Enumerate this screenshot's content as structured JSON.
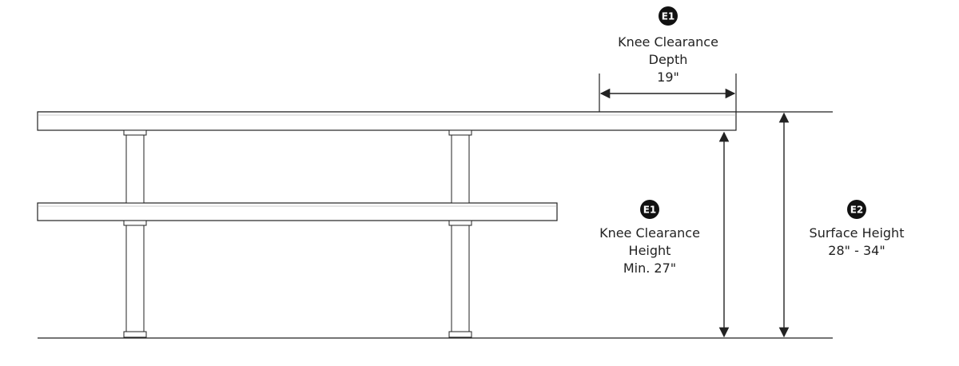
{
  "colors": {
    "line": "#222222",
    "badge": "#111111",
    "badge_text": "#ffffff",
    "background": "#ffffff"
  },
  "depth": {
    "badge": "E1",
    "title_line1": "Knee Clearance",
    "title_line2": "Depth",
    "value": "19\""
  },
  "knee_height": {
    "badge": "E1",
    "title_line1": "Knee Clearance",
    "title_line2": "Height",
    "value": "Min. 27\""
  },
  "surface_height": {
    "badge": "E2",
    "title": "Surface Height",
    "value": "28\" - 34\""
  }
}
